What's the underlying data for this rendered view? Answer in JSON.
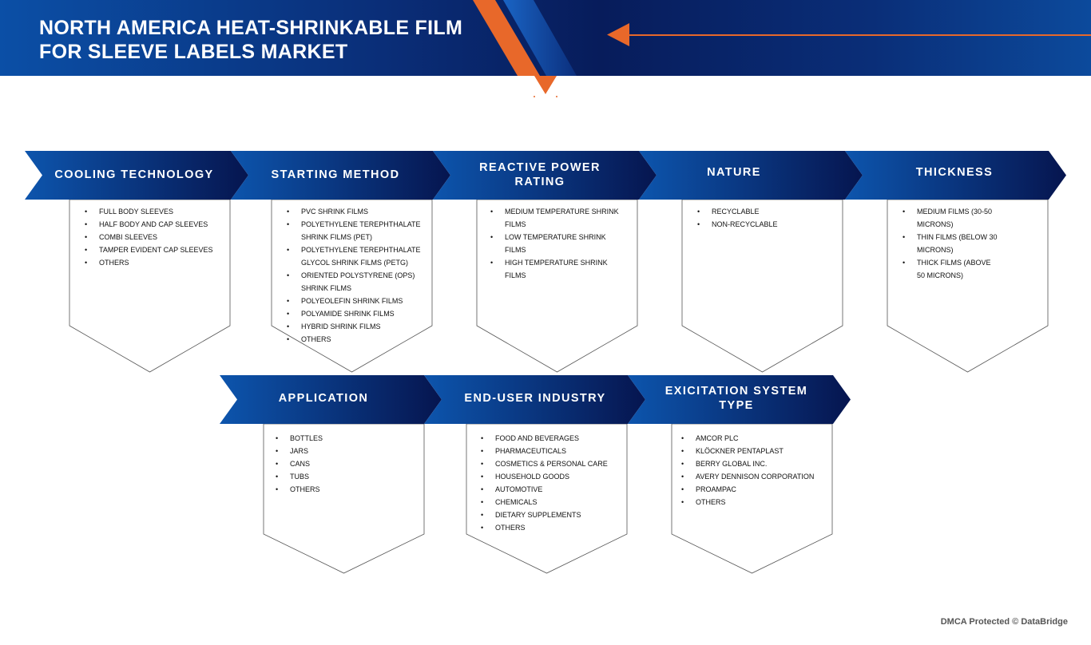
{
  "header": {
    "title": "NORTH AMERICA HEAT-SHRINKABLE FILM FOR SLEEVE LABELS MARKET"
  },
  "colors": {
    "accent": "#e8682a",
    "banner_dark": "#06154f",
    "banner_light": "#0d55ad"
  },
  "segments": [
    {
      "title": "COOLING TECHNOLOGY",
      "items": [
        "FULL BODY SLEEVES",
        "HALF BODY AND CAP SLEEVES",
        "COMBI SLEEVES",
        "TAMPER EVIDENT CAP SLEEVES",
        "OTHERS"
      ]
    },
    {
      "title": "STARTING METHOD",
      "items": [
        "PVC SHRINK FILMS",
        "POLYETHYLENE TEREPHTHALATE SHRINK FILMS (PET)",
        "POLYETHYLENE TEREPHTHALATE GLYCOL SHRINK FILMS (PETG)",
        "ORIENTED POLYSTYRENE (OPS) SHRINK FILMS",
        "POLYEOLEFIN SHRINK FILMS",
        "POLYAMIDE SHRINK FILMS",
        "HYBRID SHRINK FILMS",
        "OTHERS"
      ]
    },
    {
      "title": "REACTIVE POWER RATING",
      "items": [
        "MEDIUM TEMPERATURE SHRINK FILMS",
        "LOW TEMPERATURE SHRINK FILMS",
        "HIGH TEMPERATURE SHRINK FILMS"
      ]
    },
    {
      "title": "NATURE",
      "items": [
        "RECYCLABLE",
        "NON-RECYCLABLE"
      ]
    },
    {
      "title": "THICKNESS",
      "items": [
        "MEDIUM FILMS (30-50 MICRONS)",
        "THIN FILMS (BELOW 30 MICRONS)",
        "THICK FILMS (ABOVE 50 MICRONS)"
      ]
    },
    {
      "title": "APPLICATION",
      "items": [
        "BOTTLES",
        "JARS",
        "CANS",
        "TUBS",
        "OTHERS"
      ]
    },
    {
      "title": "END-USER INDUSTRY",
      "items": [
        "FOOD AND BEVERAGES",
        "PHARMACEUTICALS",
        "COSMETICS & PERSONAL CARE",
        "HOUSEHOLD GOODS",
        "AUTOMOTIVE",
        "CHEMICALS",
        "DIETARY SUPPLEMENTS",
        "OTHERS"
      ]
    },
    {
      "title": "EXICITATION SYSTEM TYPE",
      "items": [
        "AMCOR PLC",
        "KLÖCKNER PENTAPLAST",
        "BERRY GLOBAL INC.",
        "AVERY DENNISON CORPORATION",
        "PROAMPAC",
        "OTHERS"
      ]
    }
  ],
  "footer": {
    "text": "DMCA Protected © DataBridge"
  }
}
